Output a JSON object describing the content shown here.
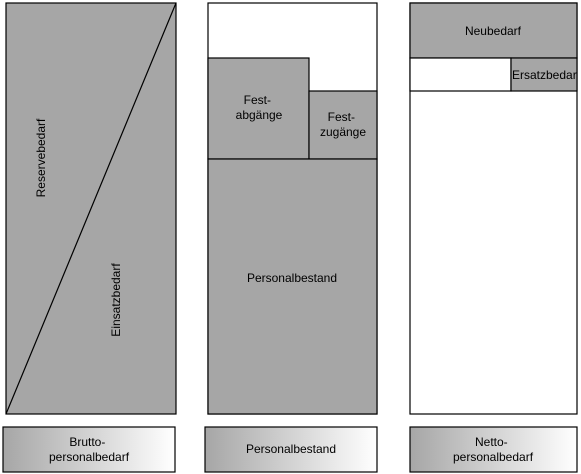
{
  "colors": {
    "block_fill": "#a6a6a6",
    "outline": "#000000",
    "background": "#ffffff",
    "gradient_light": "#ffffff"
  },
  "columns": {
    "brutto": {
      "diagonal_label_upper": "Reservebedarf",
      "diagonal_label_lower": "Einsatzbedarf",
      "footer_lines": [
        "Brutto-",
        "personalbedarf"
      ]
    },
    "bestand": {
      "fest_abgaenge_lines": [
        "Fest-",
        "abgänge"
      ],
      "fest_zugaenge_lines": [
        "Fest-",
        "zugänge"
      ],
      "personalbestand": "Personalbestand",
      "footer": "Personalbestand"
    },
    "netto": {
      "neubedarf": "Neubedarf",
      "ersatzbedarf": "Ersatzbedarf",
      "footer_lines": [
        "Netto-",
        "personalbedarf"
      ]
    }
  }
}
